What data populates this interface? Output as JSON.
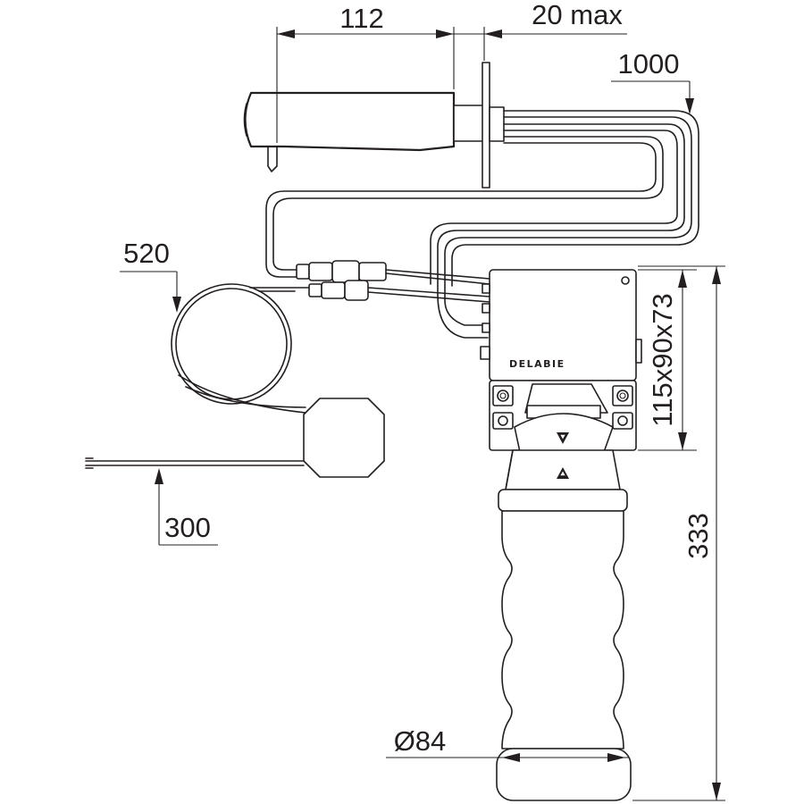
{
  "dimensions": {
    "spout_length": "112",
    "wall_thickness": "20 max",
    "hose_length": "1000",
    "cable_length": "520",
    "wire_length": "300",
    "box_size": "115x90x73",
    "total_height": "333",
    "diameter": "Ø84"
  },
  "brand": {
    "label": "DELABIE"
  },
  "colors": {
    "line": "#231f20",
    "background": "#ffffff"
  }
}
